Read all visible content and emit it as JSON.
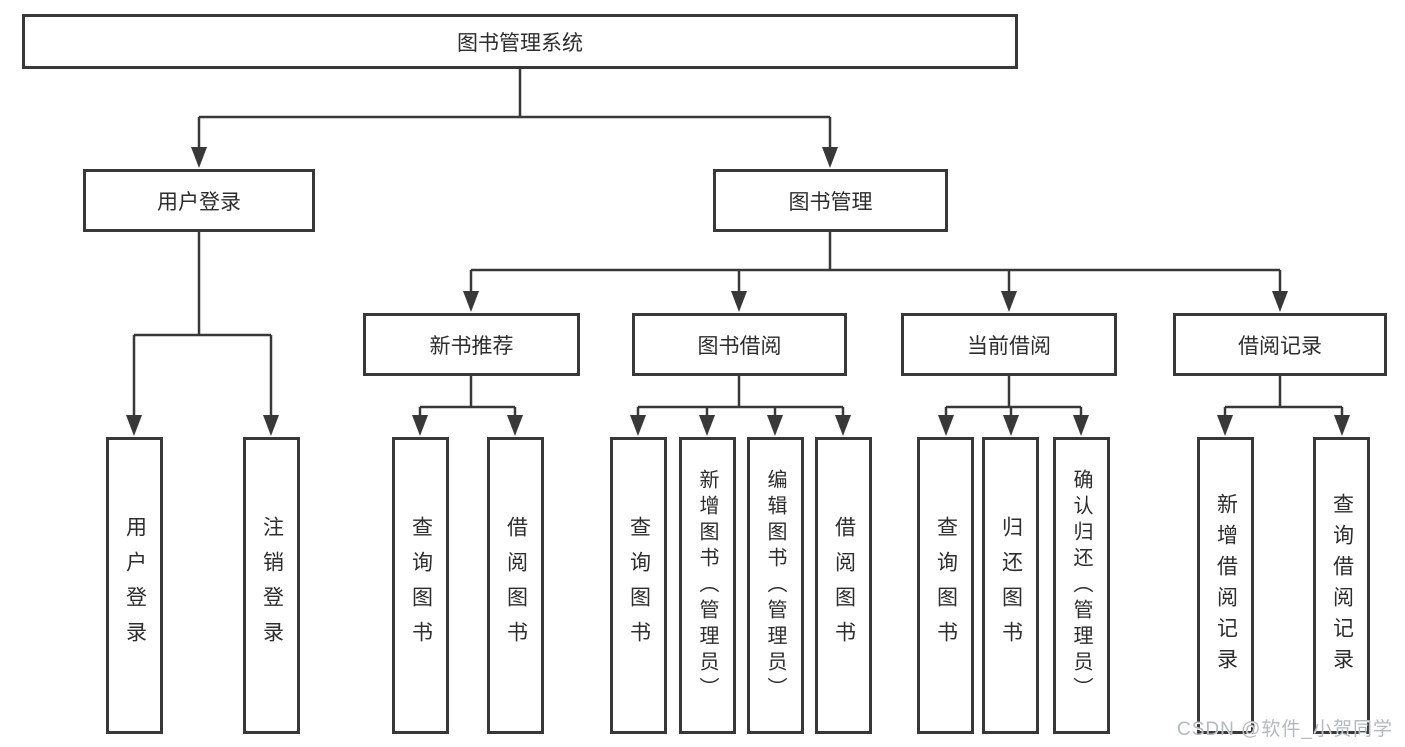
{
  "diagram": {
    "title": "图书管理系统",
    "level2": {
      "user_login": "用户登录",
      "book_mgmt": "图书管理"
    },
    "level3": {
      "new_books": "新书推荐",
      "book_borrow": "图书借阅",
      "current_borrow": "当前借阅",
      "borrow_records": "借阅记录"
    },
    "leaves": {
      "user_login": [
        "用户登录",
        "注销登录"
      ],
      "new_books": [
        "查询图书",
        "借阅图书"
      ],
      "book_borrow": [
        "查询图书",
        "新增图书（管理员）",
        "编辑图书（管理员）",
        "借阅图书"
      ],
      "current_borrow": [
        "查询图书",
        "归还图书",
        "确认归还（管理员）"
      ],
      "borrow_records": [
        "新增借阅记录",
        "查询借阅记录"
      ]
    }
  },
  "watermark": "CSDN @软件_小贺同学",
  "colors": {
    "line": "#383838",
    "text": "#2d2d2d",
    "watermark": "#b4b9be"
  }
}
